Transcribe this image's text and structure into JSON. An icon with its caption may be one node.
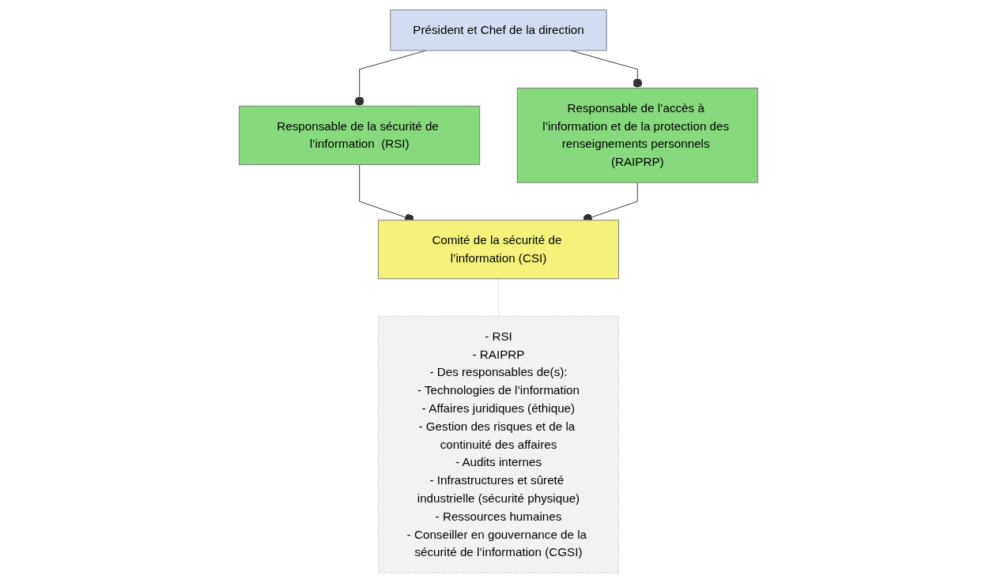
{
  "diagram": {
    "nodes": [
      {
        "text": [
          "Président et Chef de la direction"
        ]
      },
      {
        "text": [
          "Responsable de la sécurité de l’information  (RSI)"
        ]
      },
      {
        "text": [
          "Responsable de l’accès à l’information et de la protection des renseignements personnels (RAIPRP)"
        ]
      },
      {
        "text": [
          "Comité de la sécurité de l’information (CSI)"
        ]
      },
      {
        "text": [
          "- RSI",
          "- RAIPRP",
          "- Des responsables de(s):",
          "- Technologies de l’information",
          "- Affaires juridiques (éthique)",
          "- Gestion des risques et de la continuité des affaires",
          "- Audits internes",
          "- Infrastructures et sûreté industrielle (sécurité physique)",
          "- Ressources humaines",
          "- Conseiller en gouvernance de la sécurité de l’information (CGSI)"
        ]
      }
    ],
    "edges": [
      {
        "from": 0,
        "to": 1,
        "arrow": "other"
      },
      {
        "from": 0,
        "to": 2,
        "arrow": "other"
      },
      {
        "from": 1,
        "to": 3,
        "arrow": "other"
      },
      {
        "from": 2,
        "to": 3,
        "arrow": "other"
      },
      {
        "from": 3,
        "to": 4,
        "arrow": "none",
        "style": "dashed",
        "color": "#c8c8c8"
      }
    ]
  }
}
